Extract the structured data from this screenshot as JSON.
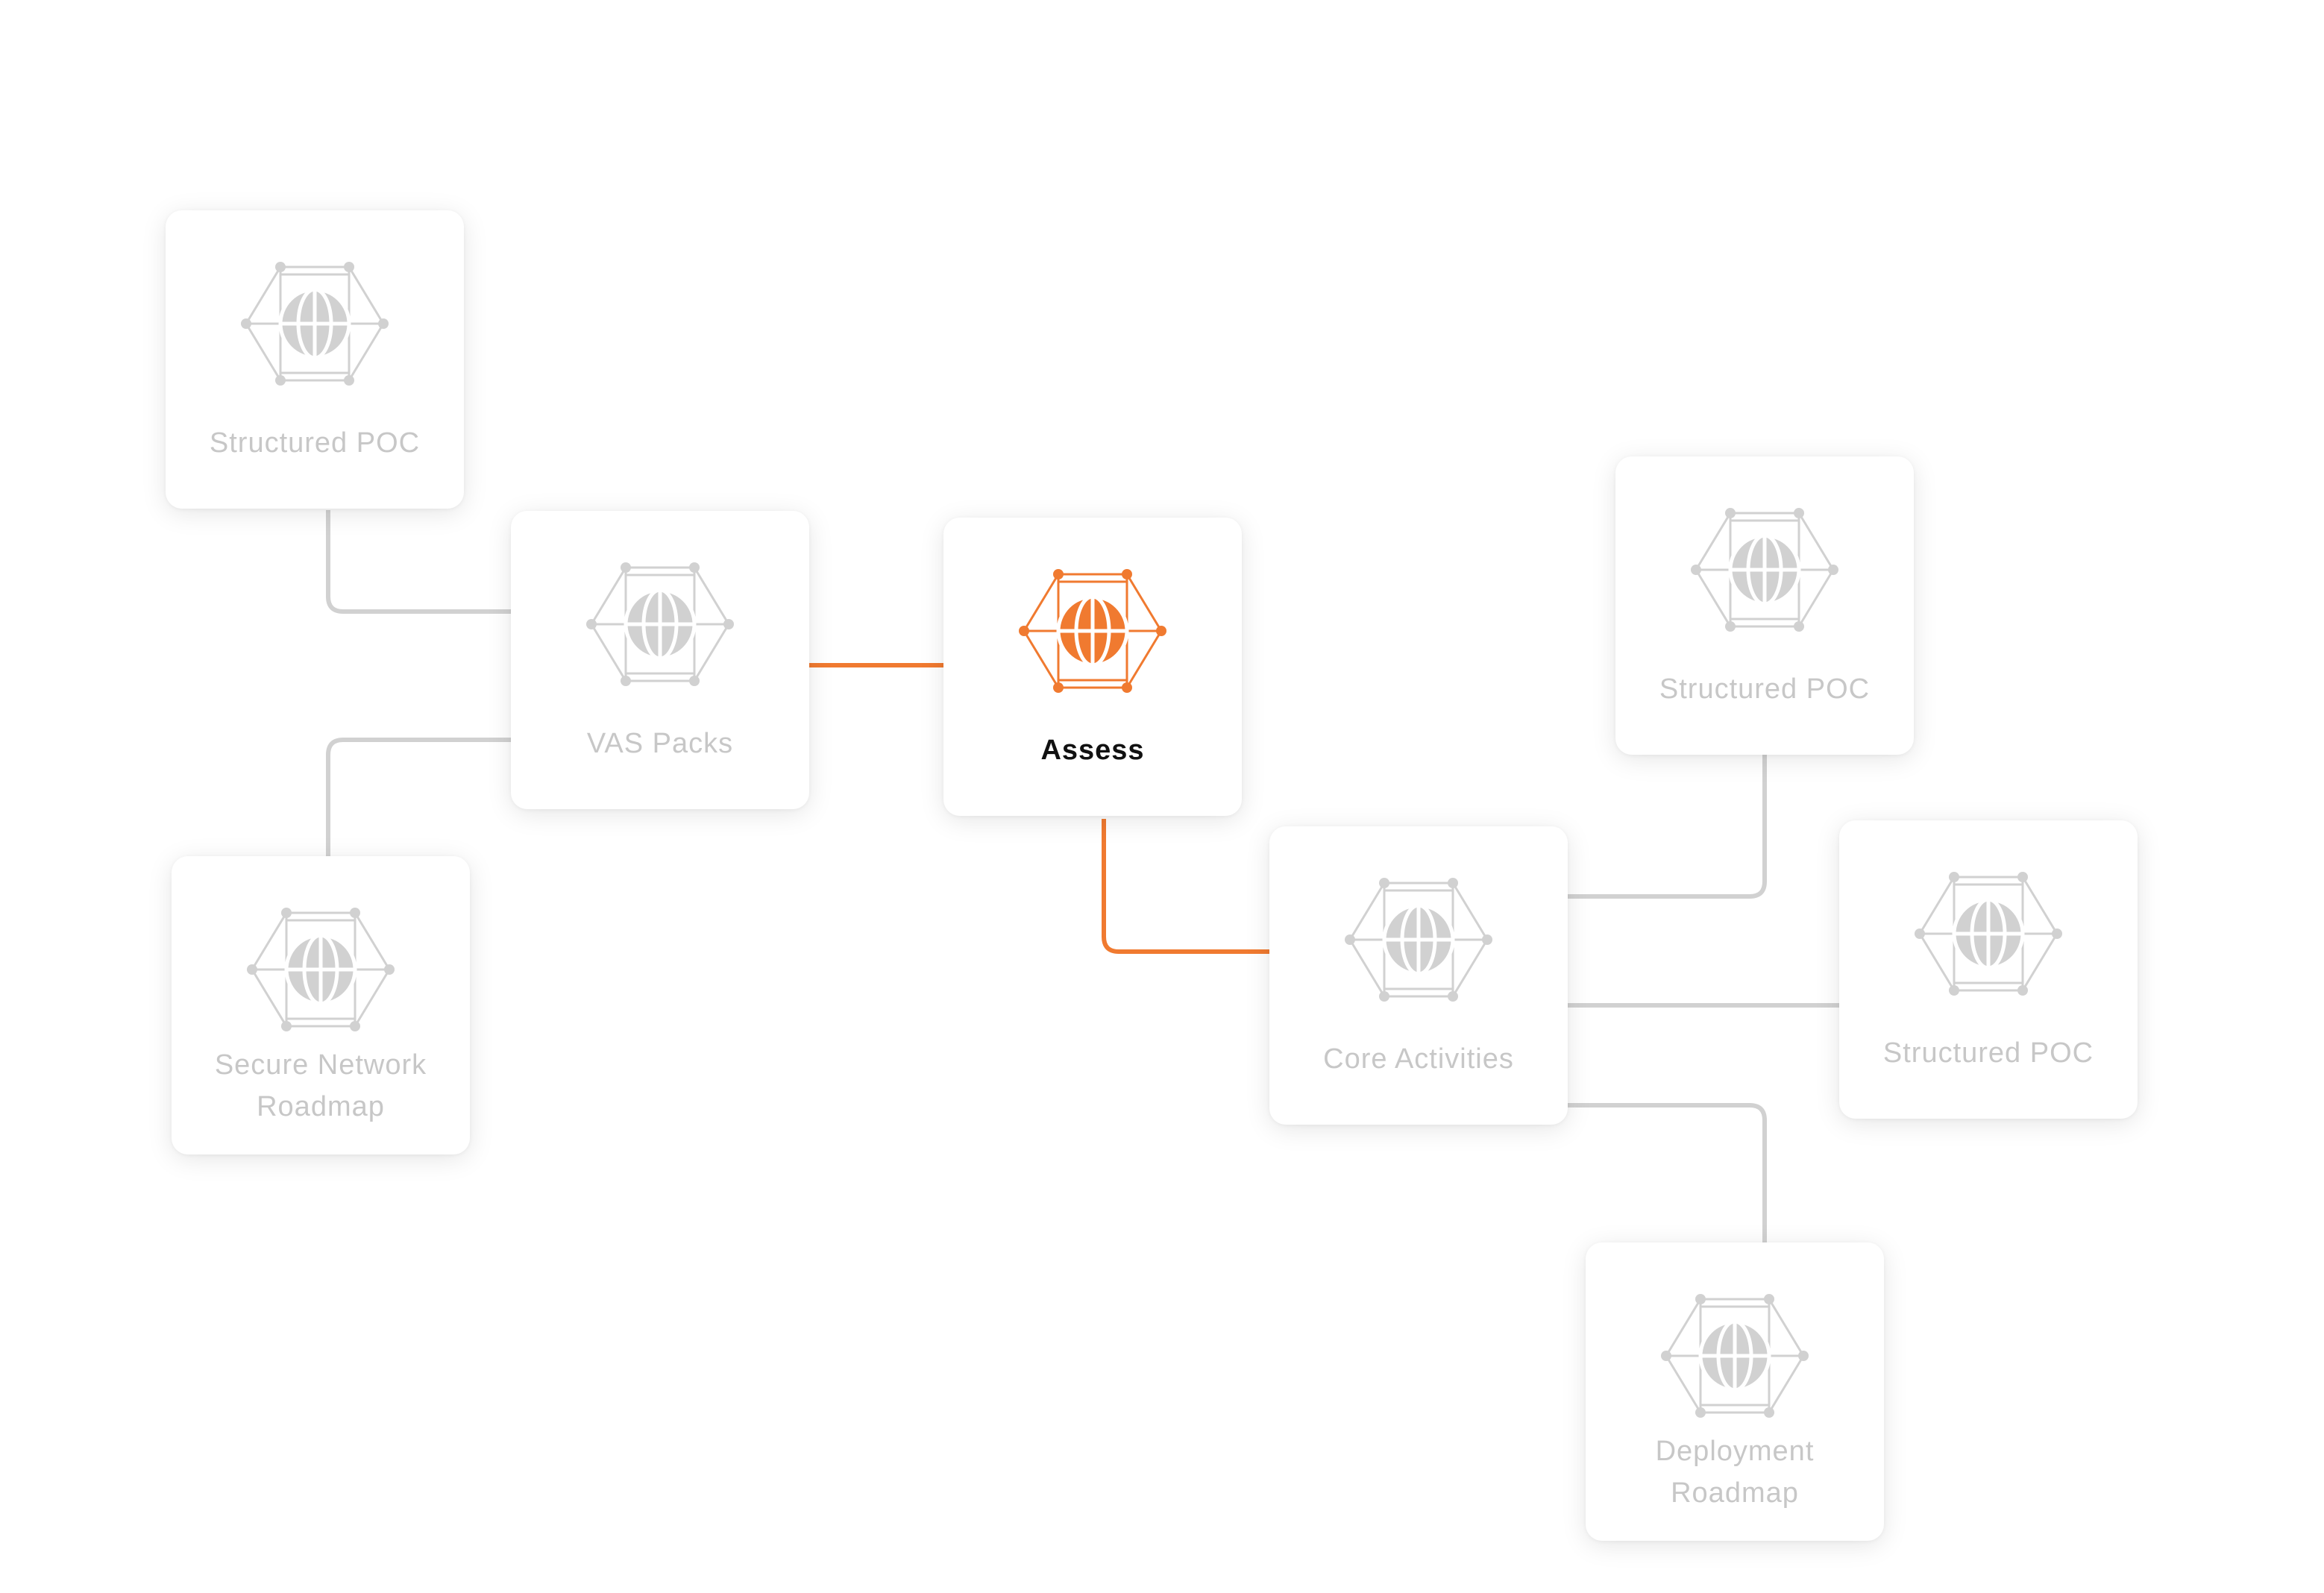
{
  "colors": {
    "accent": "#f07a30",
    "inactive": "#d1d1d1",
    "inactive_text": "#c7c7c7",
    "active_text": "#111111"
  },
  "icon_name": "network-globe-icon",
  "nodes": {
    "structured_poc_top_left": {
      "label": "Structured POC",
      "active": false
    },
    "vas_packs": {
      "label": "VAS Packs",
      "active": false
    },
    "secure_network_roadmap": {
      "label": "Secure Network\nRoadmap",
      "active": false
    },
    "assess": {
      "label": "Assess",
      "active": true
    },
    "core_activities": {
      "label": "Core Activities",
      "active": false
    },
    "structured_poc_top_right": {
      "label": "Structured POC",
      "active": false
    },
    "structured_poc_right": {
      "label": "Structured POC",
      "active": false
    },
    "deployment_roadmap": {
      "label": "Deployment\nRoadmap",
      "active": false
    }
  },
  "connections": [
    {
      "from": "structured_poc_top_left",
      "to": "vas_packs",
      "active": false
    },
    {
      "from": "secure_network_roadmap",
      "to": "vas_packs",
      "active": false
    },
    {
      "from": "vas_packs",
      "to": "assess",
      "active": true
    },
    {
      "from": "assess",
      "to": "core_activities",
      "active": true
    },
    {
      "from": "core_activities",
      "to": "structured_poc_top_right",
      "active": false
    },
    {
      "from": "core_activities",
      "to": "structured_poc_right",
      "active": false
    },
    {
      "from": "core_activities",
      "to": "deployment_roadmap",
      "active": false
    }
  ]
}
